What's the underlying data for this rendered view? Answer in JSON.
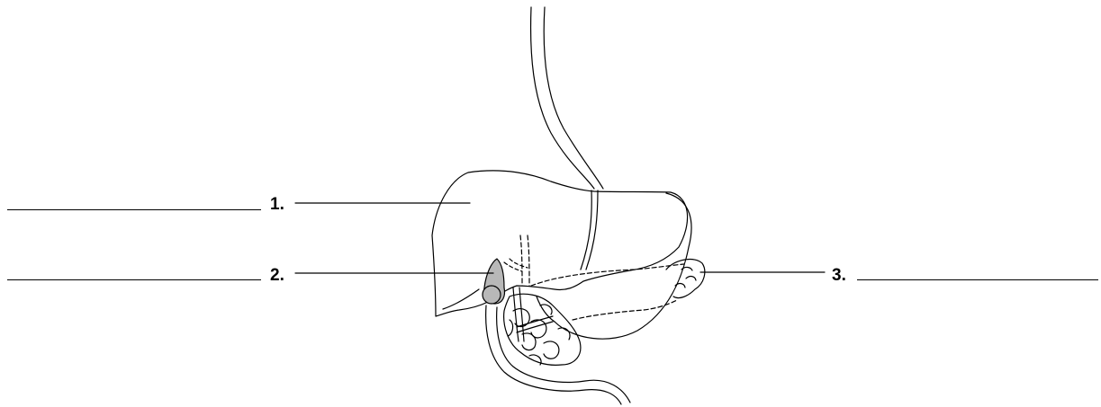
{
  "labels": [
    {
      "id": "1",
      "text": "1."
    },
    {
      "id": "2",
      "text": "2."
    },
    {
      "id": "3",
      "text": "3."
    }
  ],
  "colors": {
    "line": "#000000",
    "gallbladder_fill": "#b8b8b8",
    "background": "#ffffff"
  }
}
